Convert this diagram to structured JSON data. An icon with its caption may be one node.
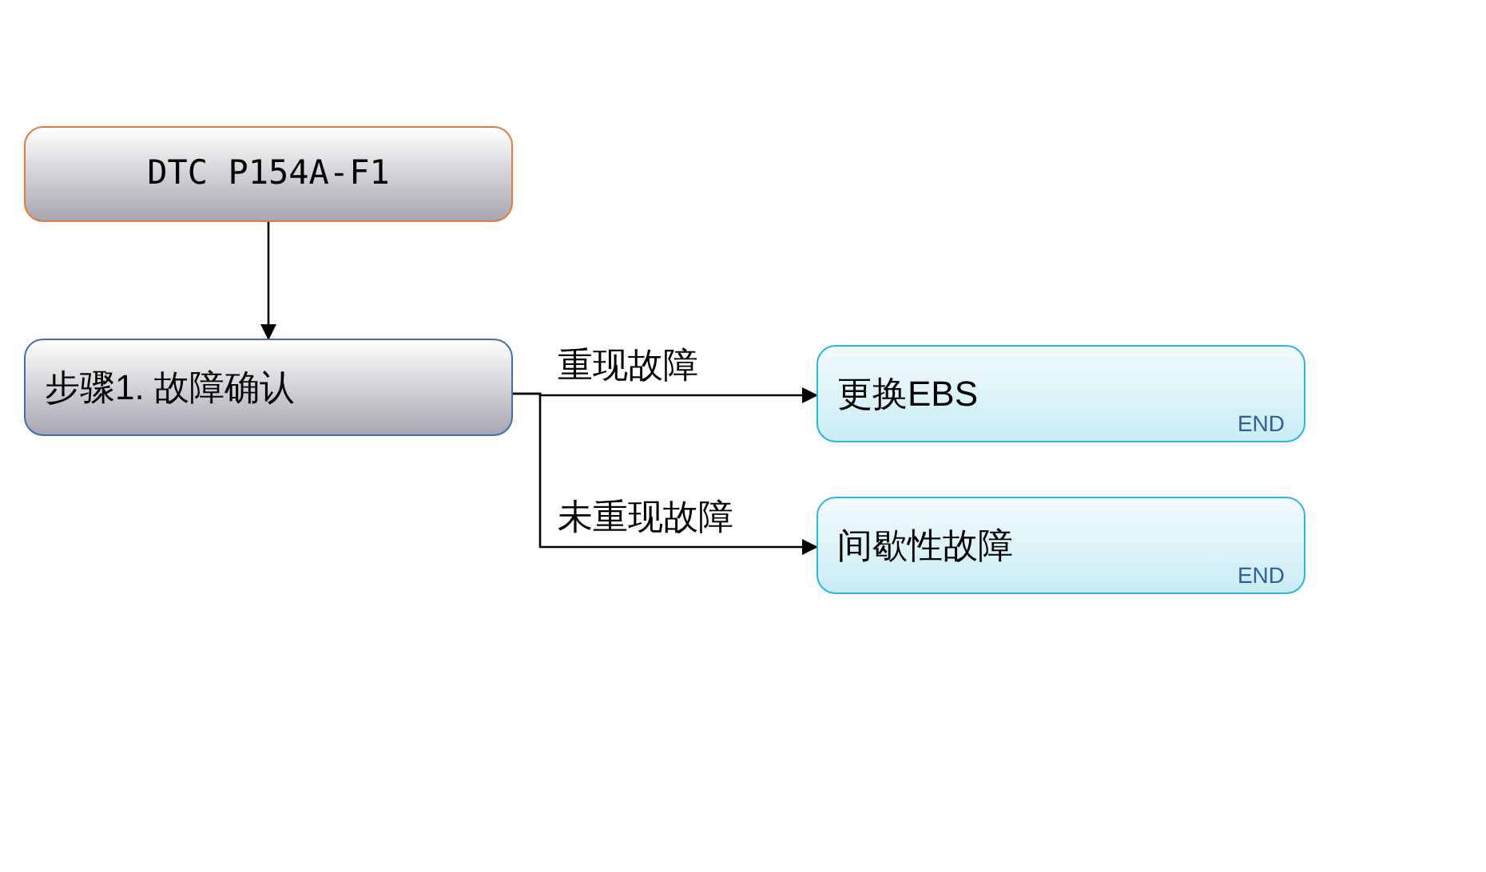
{
  "diagram": {
    "nodes": [
      {
        "text": [
          "DTC P154A-F1"
        ]
      },
      {
        "text": [
          "步骤1. 故障确认"
        ]
      },
      {
        "text": [
          "更换EBS",
          "END"
        ]
      },
      {
        "text": [
          "间歇性故障",
          "END"
        ]
      }
    ],
    "edges": [
      {
        "from": 0,
        "to": 1,
        "arrow": "to"
      },
      {
        "from": 1,
        "to": 2,
        "arrow": "to",
        "label": "重现故障"
      },
      {
        "from": 1,
        "to": 3,
        "arrow": "to",
        "label": "未重现故障"
      }
    ]
  }
}
